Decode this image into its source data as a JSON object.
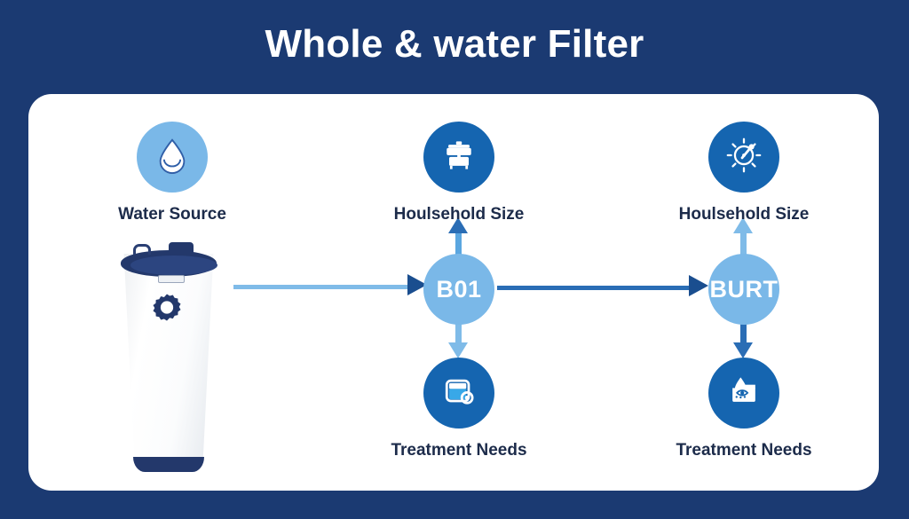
{
  "page": {
    "title": "Whole & water Filter",
    "background_color": "#1b3a72",
    "card_color": "#ffffff"
  },
  "colors": {
    "navy_background": "#1b3a72",
    "icon_light_blue": "#7ab8e8",
    "icon_dark_blue": "#1565b0",
    "label_text": "#1c2b4a",
    "arrow_navy": "#1a4e8f",
    "arrow_light": "#7fbbe8",
    "arrow_medium": "#2a6db5",
    "appliance_navy": "#23386b",
    "appliance_white": "#ffffff"
  },
  "diagram": {
    "appliance": {
      "name": "Whole house water filter tank",
      "logo_icon": "gear-icon"
    },
    "nodes": [
      {
        "id": "water-source",
        "label": "Water Source",
        "icon": "water-drop-icon",
        "circle_style": "light"
      },
      {
        "id": "household-1",
        "label": "Houlsehold Size",
        "icon": "water-tank-pot-icon",
        "circle_style": "dark"
      },
      {
        "id": "household-2",
        "label": "Houlsehold Size",
        "icon": "gauge-meter-icon",
        "circle_style": "dark"
      },
      {
        "id": "treatment-1",
        "label": "Treatment Needs",
        "icon": "filled-tank-icon",
        "circle_style": "dark"
      },
      {
        "id": "treatment-2",
        "label": "Treatment Needs",
        "icon": "drop-on-tank-icon",
        "circle_style": "dark"
      }
    ],
    "hubs": [
      {
        "id": "b01",
        "label": "B01"
      },
      {
        "id": "burt",
        "label": "BURT"
      }
    ],
    "connectors": [
      {
        "id": "arrow-src-b01",
        "from": "appliance",
        "to": "b01",
        "direction": "right"
      },
      {
        "id": "arrow-b01-burt",
        "from": "b01",
        "to": "burt",
        "direction": "right"
      },
      {
        "id": "arrow-b01-up",
        "from": "b01",
        "to": "household-1",
        "direction": "up"
      },
      {
        "id": "arrow-b01-down",
        "from": "b01",
        "to": "treatment-1",
        "direction": "down"
      },
      {
        "id": "arrow-burt-up",
        "from": "burt",
        "to": "household-2",
        "direction": "up"
      },
      {
        "id": "arrow-burt-down",
        "from": "burt",
        "to": "treatment-2",
        "direction": "down"
      }
    ]
  }
}
